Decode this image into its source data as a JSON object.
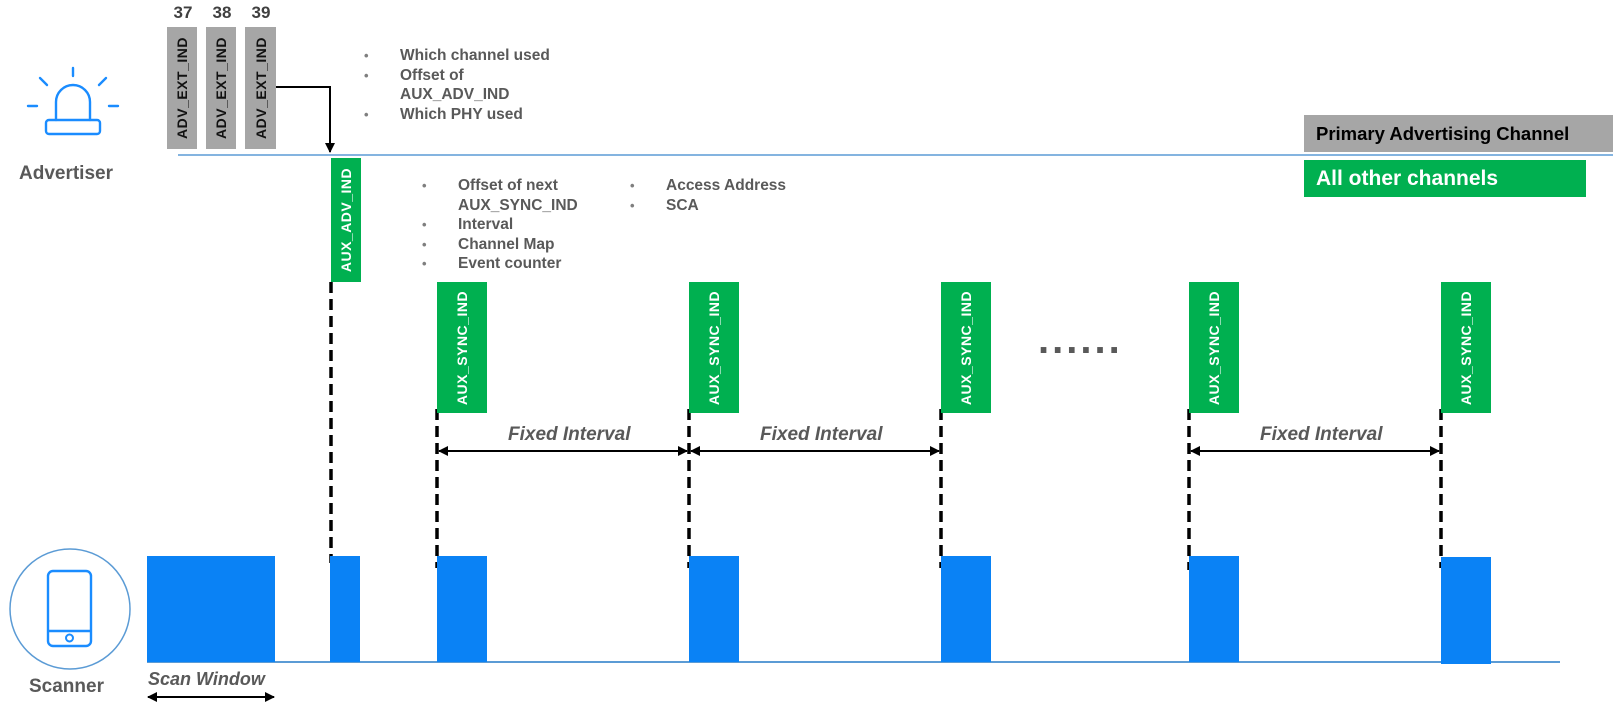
{
  "advertiser": {
    "label": "Advertiser"
  },
  "scanner": {
    "label": "Scanner"
  },
  "channels": [
    "37",
    "38",
    "39"
  ],
  "adv_ext_label": "ADV_EXT_IND",
  "adv_ext_notes": [
    "Which channel used",
    "Offset of\nAUX_ADV_IND",
    "Which PHY used"
  ],
  "aux_adv": {
    "label": "AUX_ADV_IND"
  },
  "aux_adv_notes_left": [
    "Offset of next\nAUX_SYNC_IND",
    "Interval",
    "Channel Map",
    "Event counter"
  ],
  "aux_adv_notes_right": [
    "Access Address",
    "SCA"
  ],
  "aux_sync_label": "AUX_SYNC_IND",
  "ellipsis": "......",
  "interval_label": "Fixed Interval",
  "scan_window_label": "Scan Window",
  "legend": {
    "primary": "Primary Advertising Channel",
    "other": "All other channels"
  },
  "colors": {
    "primary_channel": "#a6a6a6",
    "other_channels": "#00b050",
    "scanner": "#0a82f5",
    "timeline": "#5b9bd5"
  }
}
